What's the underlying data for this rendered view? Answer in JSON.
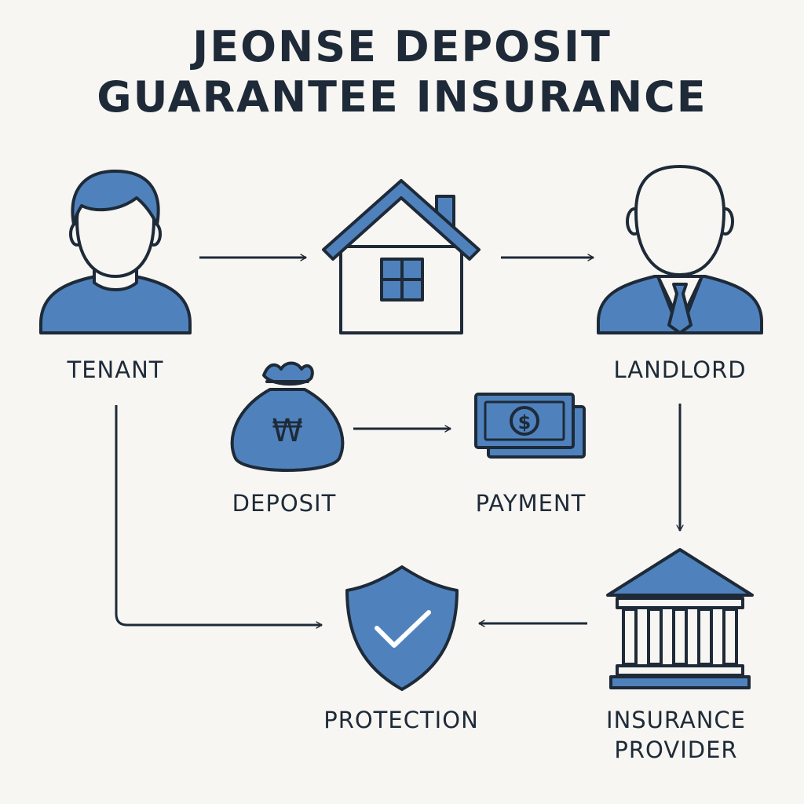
{
  "title": {
    "line1": "JEONSE DEPOSIT",
    "line2": "GUARANTEE INSURANCE"
  },
  "nodes": {
    "tenant": "TENANT",
    "landlord": "LANDLORD",
    "deposit": "DEPOSIT",
    "payment": "PAYMENT",
    "protection": "PROTECTION",
    "insurance_line1": "INSURANCE",
    "insurance_line2": "PROVIDER"
  },
  "deposit_symbol": "₩",
  "payment_symbol": "$",
  "icons": [
    "person-icon",
    "house-icon",
    "businessman-icon",
    "money-bag-icon",
    "banknotes-icon",
    "bank-building-icon",
    "shield-check-icon"
  ],
  "colors": {
    "accent": "#4f82bd",
    "stroke": "#1e2a38",
    "background": "#f7f6f2"
  }
}
